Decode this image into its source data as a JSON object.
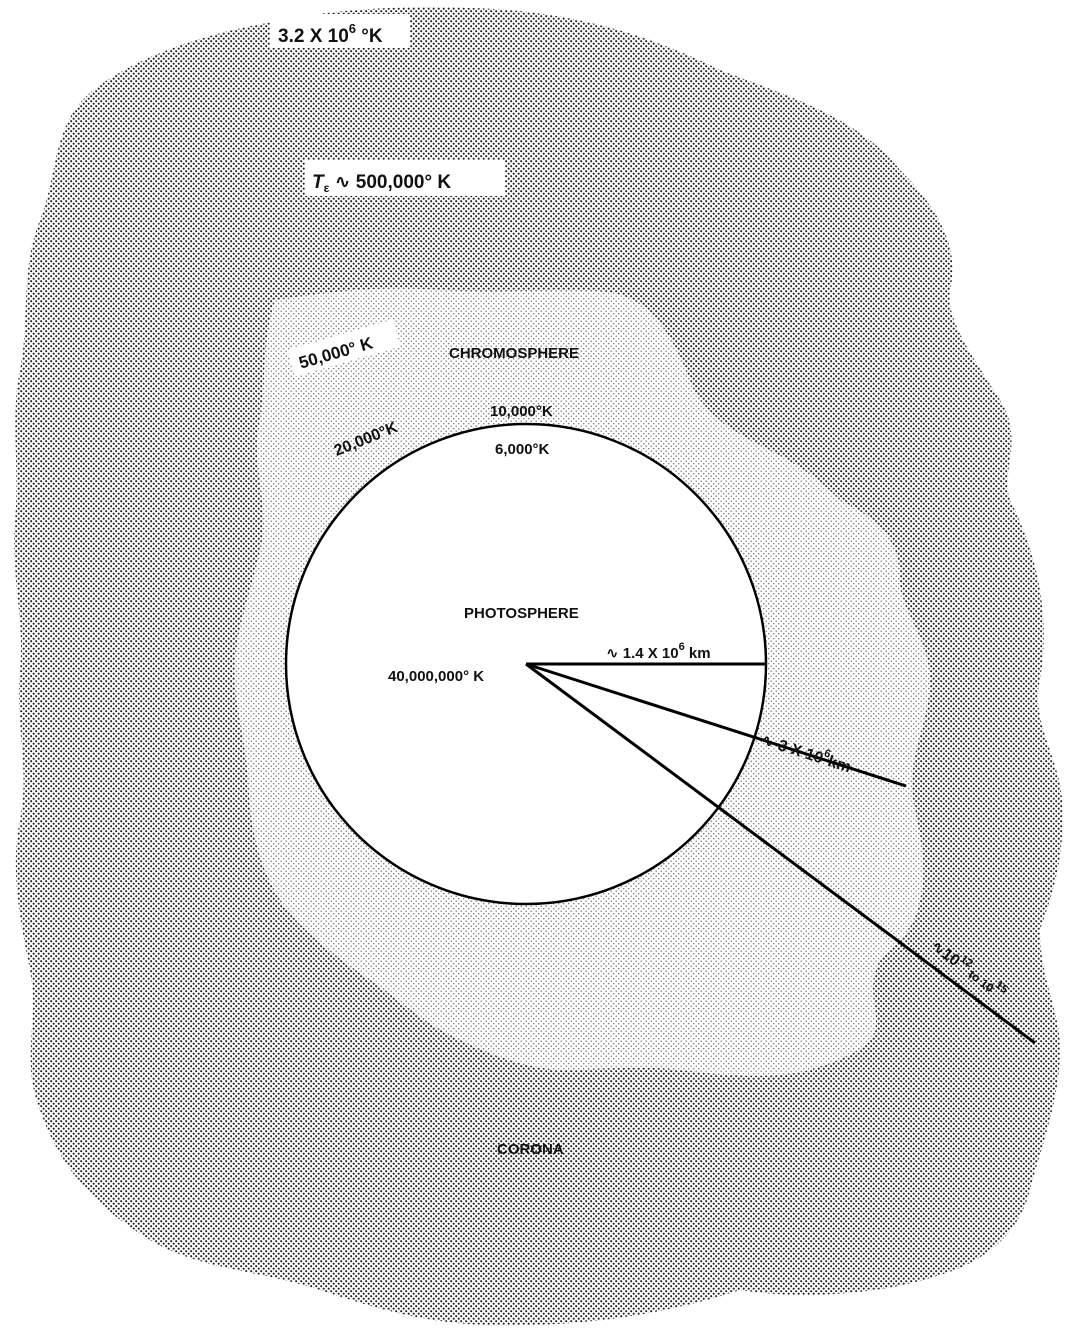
{
  "diagram": {
    "regions": {
      "corona": "CORONA",
      "chromosphere": "CHROMOSPHERE",
      "photosphere": "PHOTOSPHERE"
    },
    "temperatures": {
      "outer_corona": {
        "base": "3.2 X 10",
        "sup": "6",
        "unit": " °K"
      },
      "electron_prefix": "T",
      "electron_sub": "ε",
      "electron_value": " ∿ 500,000° K",
      "chromo_50k": "50,000° K",
      "chromo_20k": "20,000°K",
      "chromo_10k": "10,000°K",
      "surface_6k": "6,000°K",
      "core": "40,000,000° K"
    },
    "radii": {
      "photosphere": {
        "base": "∿ 1.4 X 10",
        "sup": "6",
        "unit": " km"
      },
      "chromosphere": {
        "base": "∿ 3 X 10",
        "sup": "6",
        "unit": "km"
      },
      "corona": {
        "prefix": "∿10",
        "sup1": "12",
        "mid": " to 10",
        "sup2": "15"
      }
    },
    "colors": {
      "corona_dots": "#222222",
      "chromosphere_dots": "#555555",
      "background": "#ffffff",
      "ink": "#000000"
    }
  }
}
